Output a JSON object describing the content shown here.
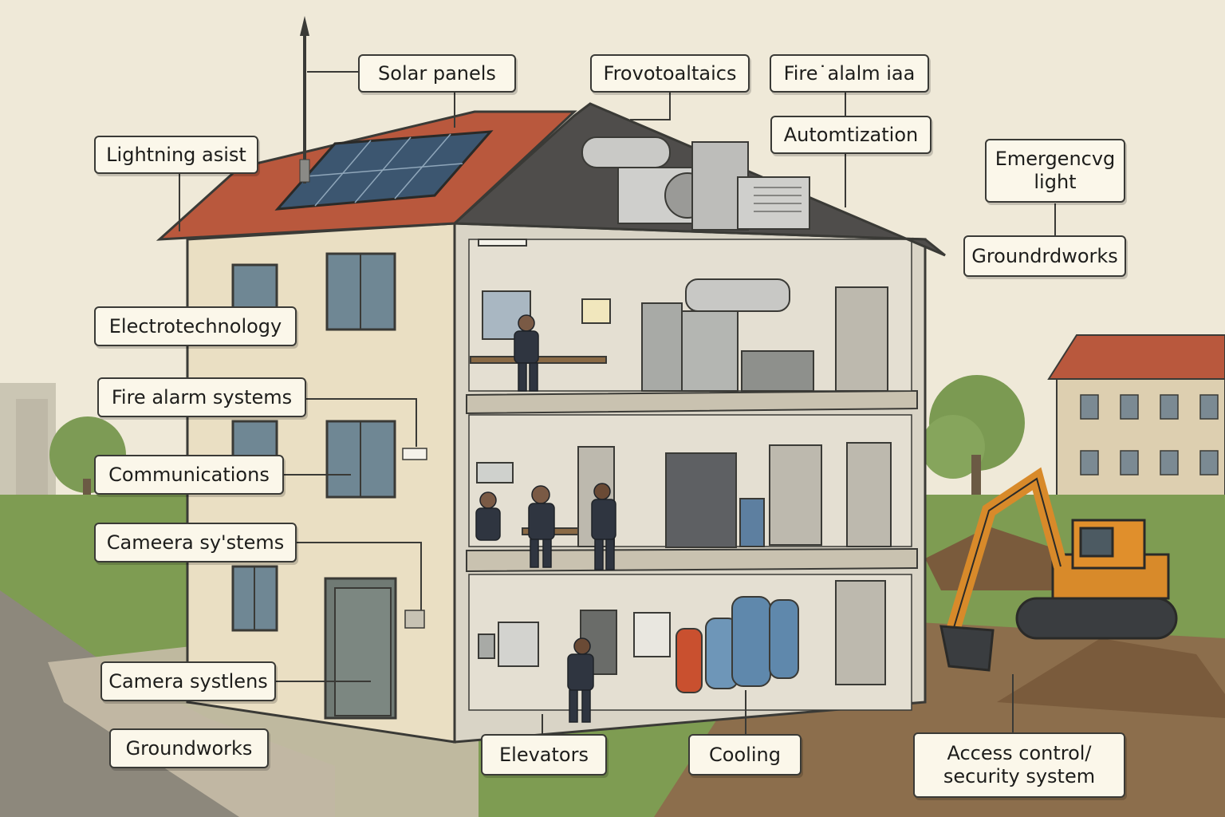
{
  "callouts": {
    "solar_panels": "Solar panels",
    "frovotoaltaics": "Frovotoaltaics",
    "fire_alalm_iaa": "Fire˙alalm iaa",
    "automtization": "Automtization",
    "lightning_asist": "Lightning asist",
    "emergency_light_line1": "Emergencvg",
    "emergency_light_line2": "light",
    "groundrdworks": "Groundrdworks",
    "electrotechnology": "Electrotechnology",
    "fire_alarm_systems": "Fire alarm systems",
    "communications": "Communications",
    "camera_systems_1": "Cameera sy'stems",
    "camera_systems_2": "Camera systlens",
    "groundworks": "Groundworks",
    "elevators": "Elevators",
    "cooling": "Cooling",
    "access_control_line1": "Access control/",
    "access_control_line2": "security system"
  },
  "colors": {
    "sky": "#efe9d8",
    "wall": "#eadfc3",
    "roof": "#b9583d",
    "roof_dark": "#4f4d4b",
    "grass": "#7e9c52",
    "ground": "#8c6e4c",
    "excavator": "#d88a2a",
    "water_tank": "#5f88ac",
    "gas_tank": "#c9502f",
    "outline": "#3a3a36",
    "panel_blue": "#3c5670"
  }
}
